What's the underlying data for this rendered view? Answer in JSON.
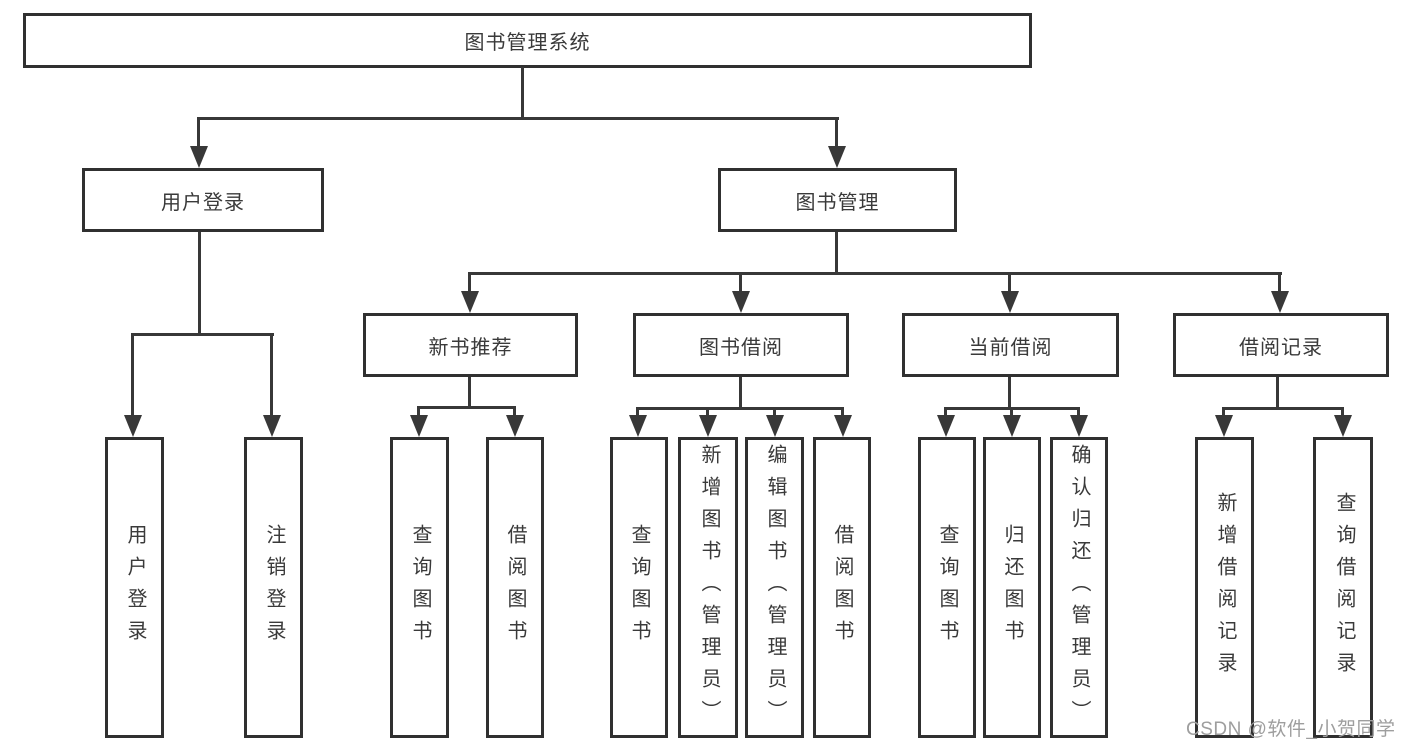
{
  "diagram": {
    "title": "图书管理系统",
    "nodes": {
      "root": "图书管理系统",
      "user_login": "用户登录",
      "book_mgmt": "图书管理",
      "new_book_rec": "新书推荐",
      "book_borrow": "图书借阅",
      "current_borrow": "当前借阅",
      "borrow_records": "借阅记录",
      "ul_user_login": "用户登录",
      "ul_logout": "注销登录",
      "nb_query_book": "查询图书",
      "nb_borrow_book": "借阅图书",
      "bb_query_book": "查询图书",
      "bb_add_book": "新增图书（管理员）",
      "bb_edit_book": "编辑图书（管理员）",
      "bb_borrow_book": "借阅图书",
      "cb_query_book": "查询图书",
      "cb_return_book": "归还图书",
      "cb_confirm_return": "确认归还（管理员）",
      "br_add_record": "新增借阅记录",
      "br_query_record": "查询借阅记录"
    },
    "hierarchy": {
      "图书管理系统": {
        "用户登录": [
          "用户登录",
          "注销登录"
        ],
        "图书管理": {
          "新书推荐": [
            "查询图书",
            "借阅图书"
          ],
          "图书借阅": [
            "查询图书",
            "新增图书（管理员）",
            "编辑图书（管理员）",
            "借阅图书"
          ],
          "当前借阅": [
            "查询图书",
            "归还图书",
            "确认归还（管理员）"
          ],
          "借阅记录": [
            "新增借阅记录",
            "查询借阅记录"
          ]
        }
      }
    },
    "colors": {
      "line": "#383838",
      "box_border": "#303030",
      "box_fill": "#ffffff",
      "text": "#3a3a3a",
      "background": "#ffffff"
    }
  },
  "watermark": {
    "text": "CSDN @软件_小贺同学",
    "color": "#9e9e9e"
  }
}
